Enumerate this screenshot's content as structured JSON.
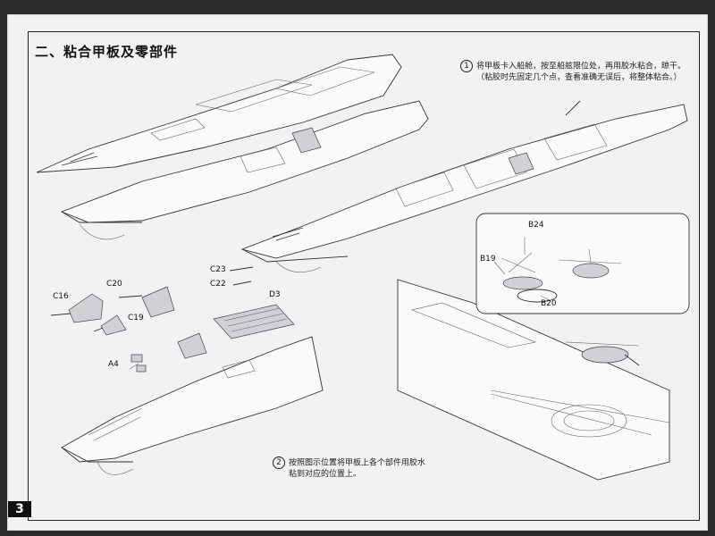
{
  "section_title": "二、粘合甲板及零部件",
  "step1": {
    "number": "1",
    "line1": "将甲板卡入船舱，按至船舷限位处，再用胶水粘合，晾干。",
    "line2": "（粘胶时先固定几个点，查看准确无误后，将整体粘合。）"
  },
  "step2": {
    "number": "2",
    "line1": "按照图示位置将甲板上各个部件用胶水",
    "line2": "粘到对应的位置上。"
  },
  "part_labels": {
    "b24": "B24",
    "b19": "B19",
    "b20": "B20",
    "c23": "C23",
    "c22": "C22",
    "c20": "C20",
    "c16": "C16",
    "c19": "C19",
    "d3": "D3",
    "a4": "A4"
  },
  "page_number": "3"
}
